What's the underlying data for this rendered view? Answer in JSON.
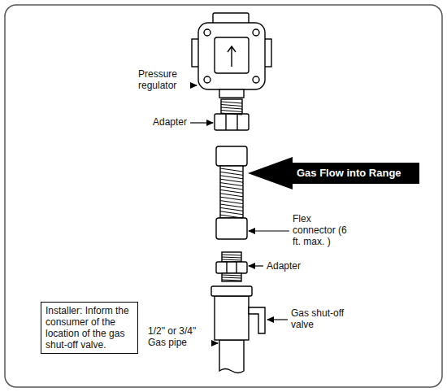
{
  "diagram": {
    "nodes": [
      {
        "text": [
          "Gas Flow into Range"
        ]
      },
      {
        "text": [
          "Installer: Inform the consumer of the location of the gas shut-off valve."
        ]
      }
    ],
    "labels": [
      "Pressure regulator",
      "Adapter",
      "Flex connector (6 ft. max. )",
      "Adapter",
      "Gas shut-off valve",
      "1/2\" or 3/4\" Gas pipe"
    ]
  }
}
